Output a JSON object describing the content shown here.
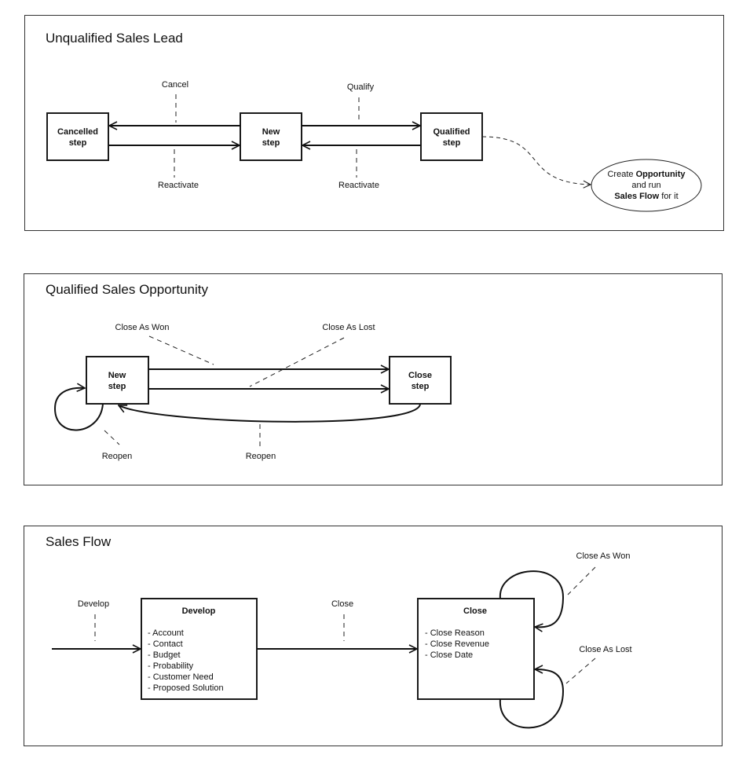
{
  "panels": [
    {
      "title": "Unqualified Sales Lead",
      "steps": {
        "cancelled": [
          "Cancelled",
          "step"
        ],
        "new": [
          "New",
          "step"
        ],
        "qualified": [
          "Qualified",
          "step"
        ]
      },
      "labels": {
        "cancel": "Cancel",
        "reactivate_left": "Reactivate",
        "qualify": "Qualify",
        "reactivate_right": "Reactivate"
      },
      "note": {
        "line1_prefix": "Create ",
        "line1_bold": "Opportunity",
        "line2": "and run",
        "line3_bold": "Sales Flow",
        "line3_suffix": " for it"
      }
    },
    {
      "title": "Qualified Sales Opportunity",
      "steps": {
        "new": [
          "New",
          "step"
        ],
        "close": [
          "Close",
          "step"
        ]
      },
      "labels": {
        "close_as_won": "Close As Won",
        "close_as_lost": "Close As Lost",
        "reopen_self": "Reopen",
        "reopen_back": "Reopen"
      }
    },
    {
      "title": "Sales Flow",
      "develop": {
        "title": "Develop",
        "items": [
          "- Account",
          "- Contact",
          "- Budget",
          "- Probability",
          "- Customer Need",
          "- Proposed Solution"
        ]
      },
      "close": {
        "title": "Close",
        "items": [
          "- Close Reason",
          "- Close Revenue",
          "- Close Date"
        ]
      },
      "labels": {
        "develop": "Develop",
        "close": "Close",
        "close_as_won": "Close As Won",
        "close_as_lost": "Close As Lost"
      }
    }
  ]
}
